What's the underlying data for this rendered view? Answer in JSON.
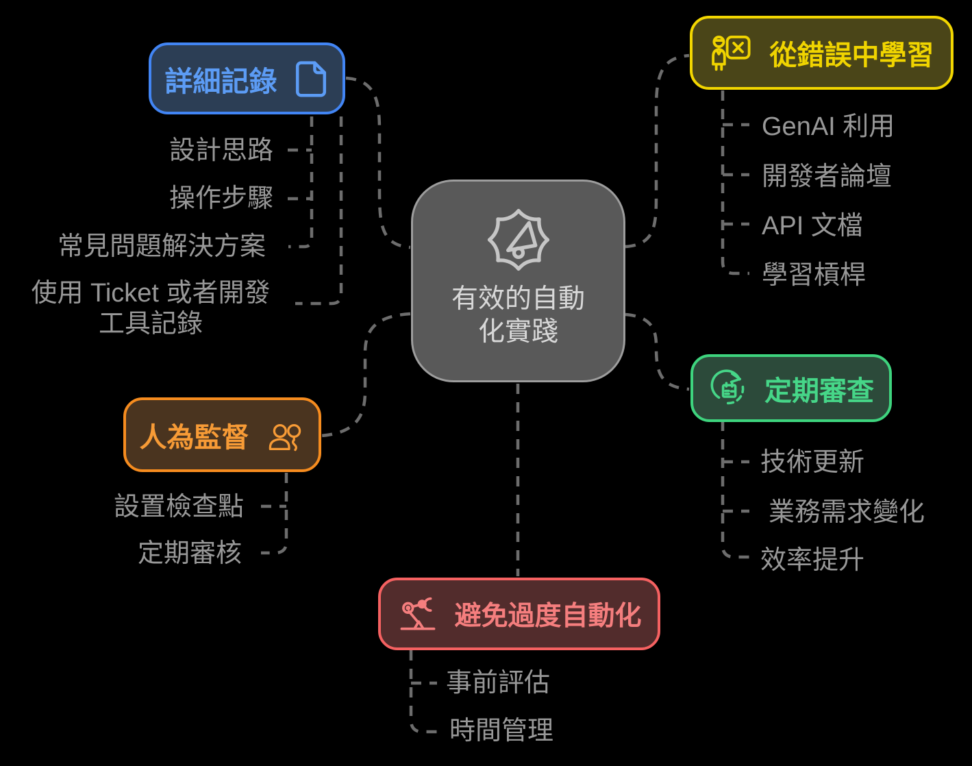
{
  "canvas": {
    "background": "#000000"
  },
  "center": {
    "title": "有效的自動\n化實踐",
    "icon": "gear-megaphone-icon",
    "fill": "#595959",
    "border_color": "#9d9d9d",
    "text_color": "#d8d8d8"
  },
  "connector_color": "#6d6d6d",
  "child_text_color": "#989898",
  "branches": [
    {
      "id": "detailed-records",
      "label": "詳細記錄",
      "icon": "document-icon",
      "border_color": "#4285f4",
      "fill": "#2c3e55",
      "text_color": "#5c9cf5",
      "children": [
        "設計思路",
        "操作步驟",
        "常見問題解決方案",
        "使用 Ticket 或者開發\n工具記錄"
      ]
    },
    {
      "id": "learn-from-mistakes",
      "label": "從錯誤中學習",
      "icon": "presenter-board-icon",
      "border_color": "#f2d600",
      "fill": "#4a4518",
      "text_color": "#f0d400",
      "children": [
        "GenAI 利用",
        "開發者論壇",
        "API 文檔",
        "學習槓桿"
      ]
    },
    {
      "id": "periodic-review",
      "label": "定期審查",
      "icon": "cycle-calendar-icon",
      "border_color": "#3ed47e",
      "fill": "#2c4a3a",
      "text_color": "#46d688",
      "children": [
        "技術更新",
        "業務需求變化",
        "效率提升"
      ]
    },
    {
      "id": "human-oversight",
      "label": "人為監督",
      "icon": "person-magnifier-icon",
      "border_color": "#f68c1f",
      "fill": "#4a341f",
      "text_color": "#f79b36",
      "children": [
        "設置檢查點",
        "定期審核"
      ]
    },
    {
      "id": "avoid-over-automation",
      "label": "避免過度自動化",
      "icon": "robot-arm-icon",
      "border_color": "#f56161",
      "fill": "#522c2c",
      "text_color": "#f57e7e",
      "children": [
        "事前評估",
        "時間管理"
      ]
    }
  ]
}
